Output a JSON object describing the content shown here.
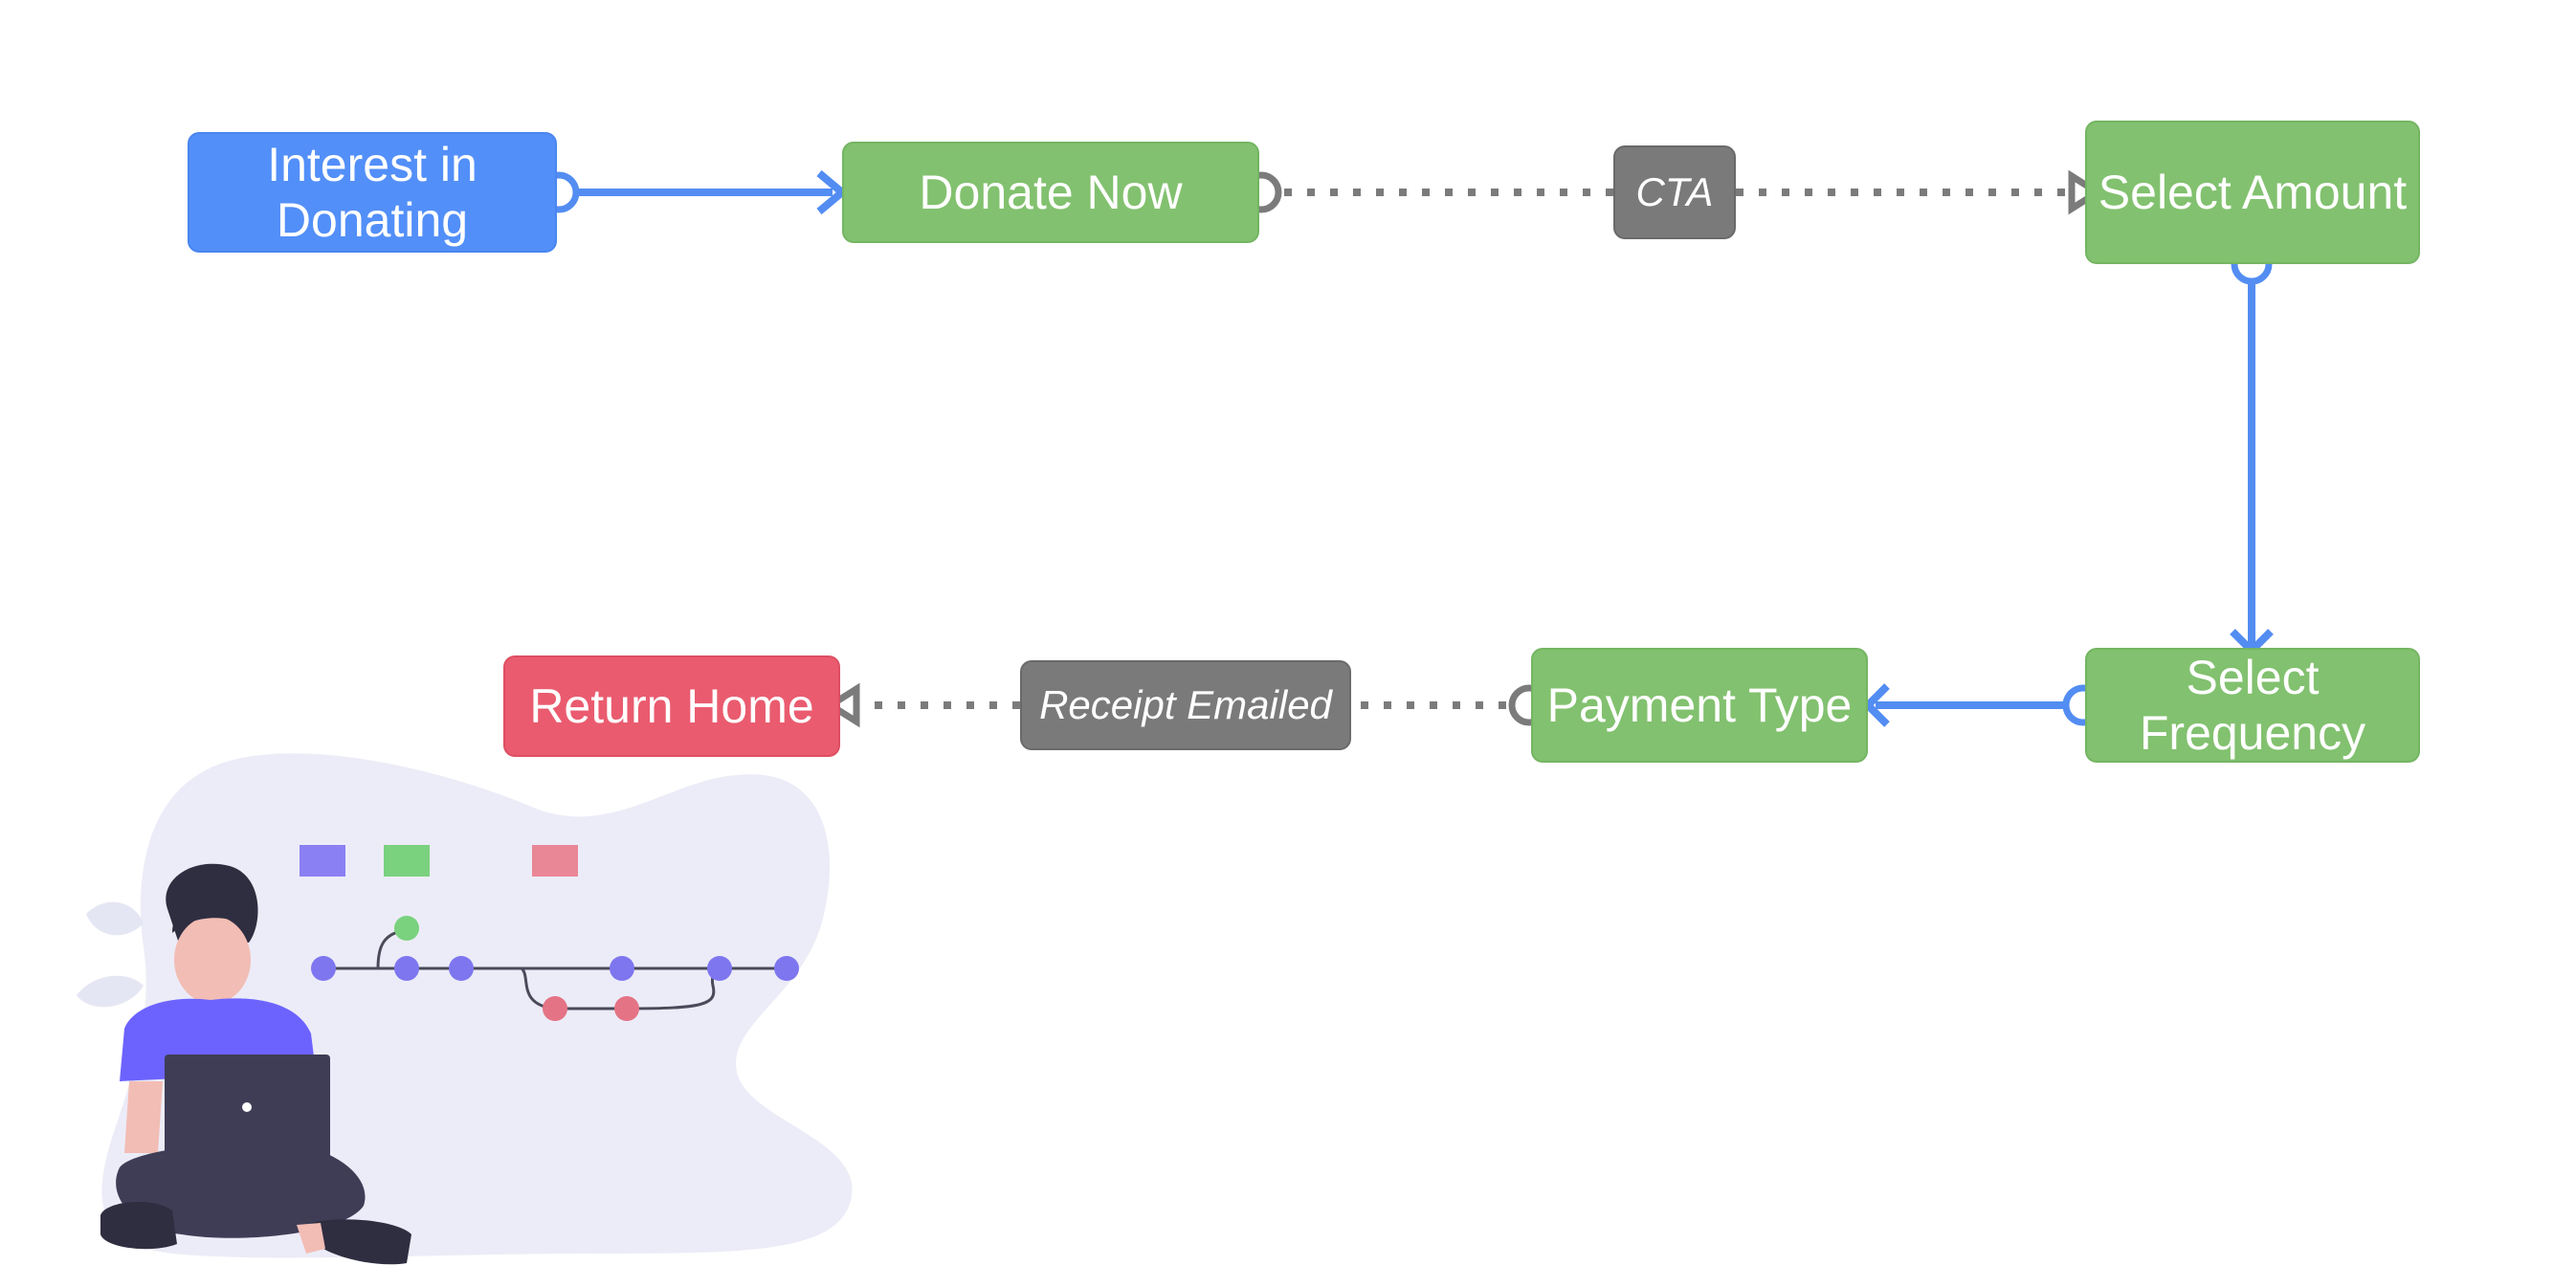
{
  "colors": {
    "start": "#528ff8",
    "step": "#82c16f",
    "step_border": "#74b562",
    "end": "#ea5b6f",
    "label_bg": "#7a7a7a",
    "flow_arrow": "#538df2",
    "dotted_arrow": "#7b7b7b",
    "blob": "#ececf8"
  },
  "nodes": {
    "interest": {
      "text": "Interest in\nDonating"
    },
    "donate_now": {
      "text": "Donate Now"
    },
    "select_amount": {
      "text": "Select Amount"
    },
    "select_frequency": {
      "text": "Select\nFrequency"
    },
    "payment_type": {
      "text": "Payment Type"
    },
    "return_home": {
      "text": "Return Home"
    }
  },
  "edge_labels": {
    "cta": "CTA",
    "receipt": "Receipt Emailed"
  },
  "illustration": {
    "name": "person-with-laptop-illustration"
  }
}
